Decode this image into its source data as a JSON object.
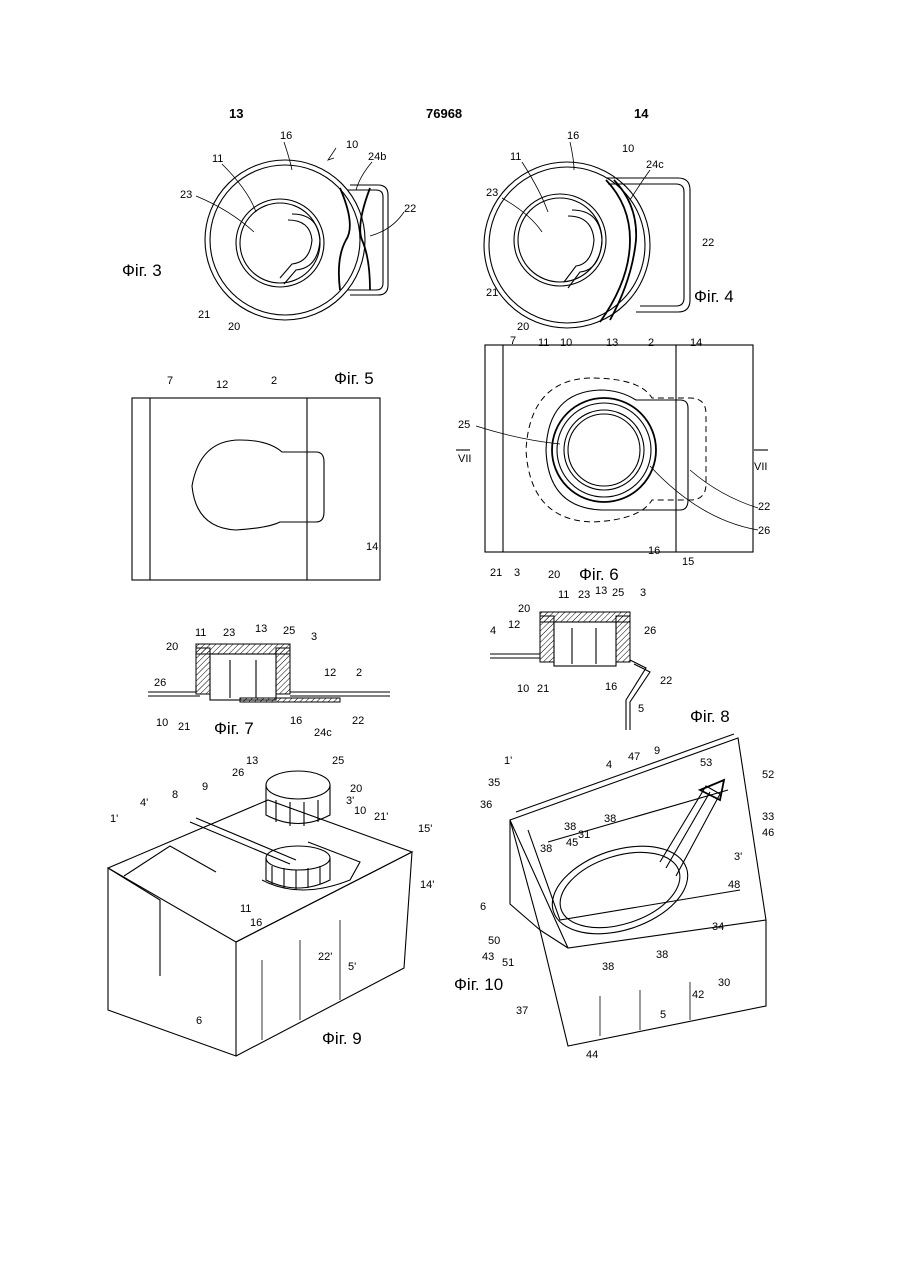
{
  "header": {
    "left_page": "13",
    "doc_number": "76968",
    "right_page": "14"
  },
  "figures": {
    "fig3": {
      "caption": "Фіг. 3",
      "labels": [
        "16",
        "10",
        "11",
        "24b",
        "23",
        "22",
        "21",
        "20"
      ]
    },
    "fig4": {
      "caption": "Фіг. 4",
      "labels": [
        "16",
        "10",
        "11",
        "24c",
        "23",
        "22",
        "21",
        "20"
      ]
    },
    "fig5": {
      "caption": "Фіг. 5",
      "labels": [
        "7",
        "12",
        "2",
        "14"
      ]
    },
    "fig6": {
      "caption": "Фіг. 6",
      "labels": [
        "7",
        "11",
        "10",
        "13",
        "2",
        "14",
        "25",
        "VII",
        "VII",
        "22",
        "26",
        "21",
        "3",
        "20",
        "16",
        "15"
      ]
    },
    "fig7": {
      "caption": "Фіг. 7",
      "labels": [
        "11",
        "23",
        "13",
        "25",
        "3",
        "20",
        "26",
        "12",
        "2",
        "10",
        "21",
        "16",
        "24c",
        "22"
      ]
    },
    "fig8": {
      "caption": "Фіг. 8",
      "labels": [
        "13",
        "11",
        "23",
        "25",
        "3",
        "20",
        "4",
        "12",
        "26",
        "10",
        "21",
        "16",
        "22",
        "5"
      ]
    },
    "fig9": {
      "caption": "Фіг. 9",
      "labels": [
        "13",
        "25",
        "26",
        "9",
        "20",
        "8",
        "3'",
        "4'",
        "10",
        "1'",
        "21'",
        "15'",
        "11",
        "16",
        "14'",
        "22'",
        "5'",
        "6"
      ]
    },
    "fig10": {
      "caption": "Фіг. 10",
      "labels": [
        "1'",
        "47",
        "9",
        "4",
        "53",
        "52",
        "35",
        "36",
        "38",
        "31",
        "38",
        "33",
        "46",
        "3'",
        "45",
        "38",
        "48",
        "6",
        "50",
        "34",
        "43",
        "51",
        "38",
        "38",
        "30",
        "37",
        "42",
        "5",
        "44"
      ]
    }
  }
}
